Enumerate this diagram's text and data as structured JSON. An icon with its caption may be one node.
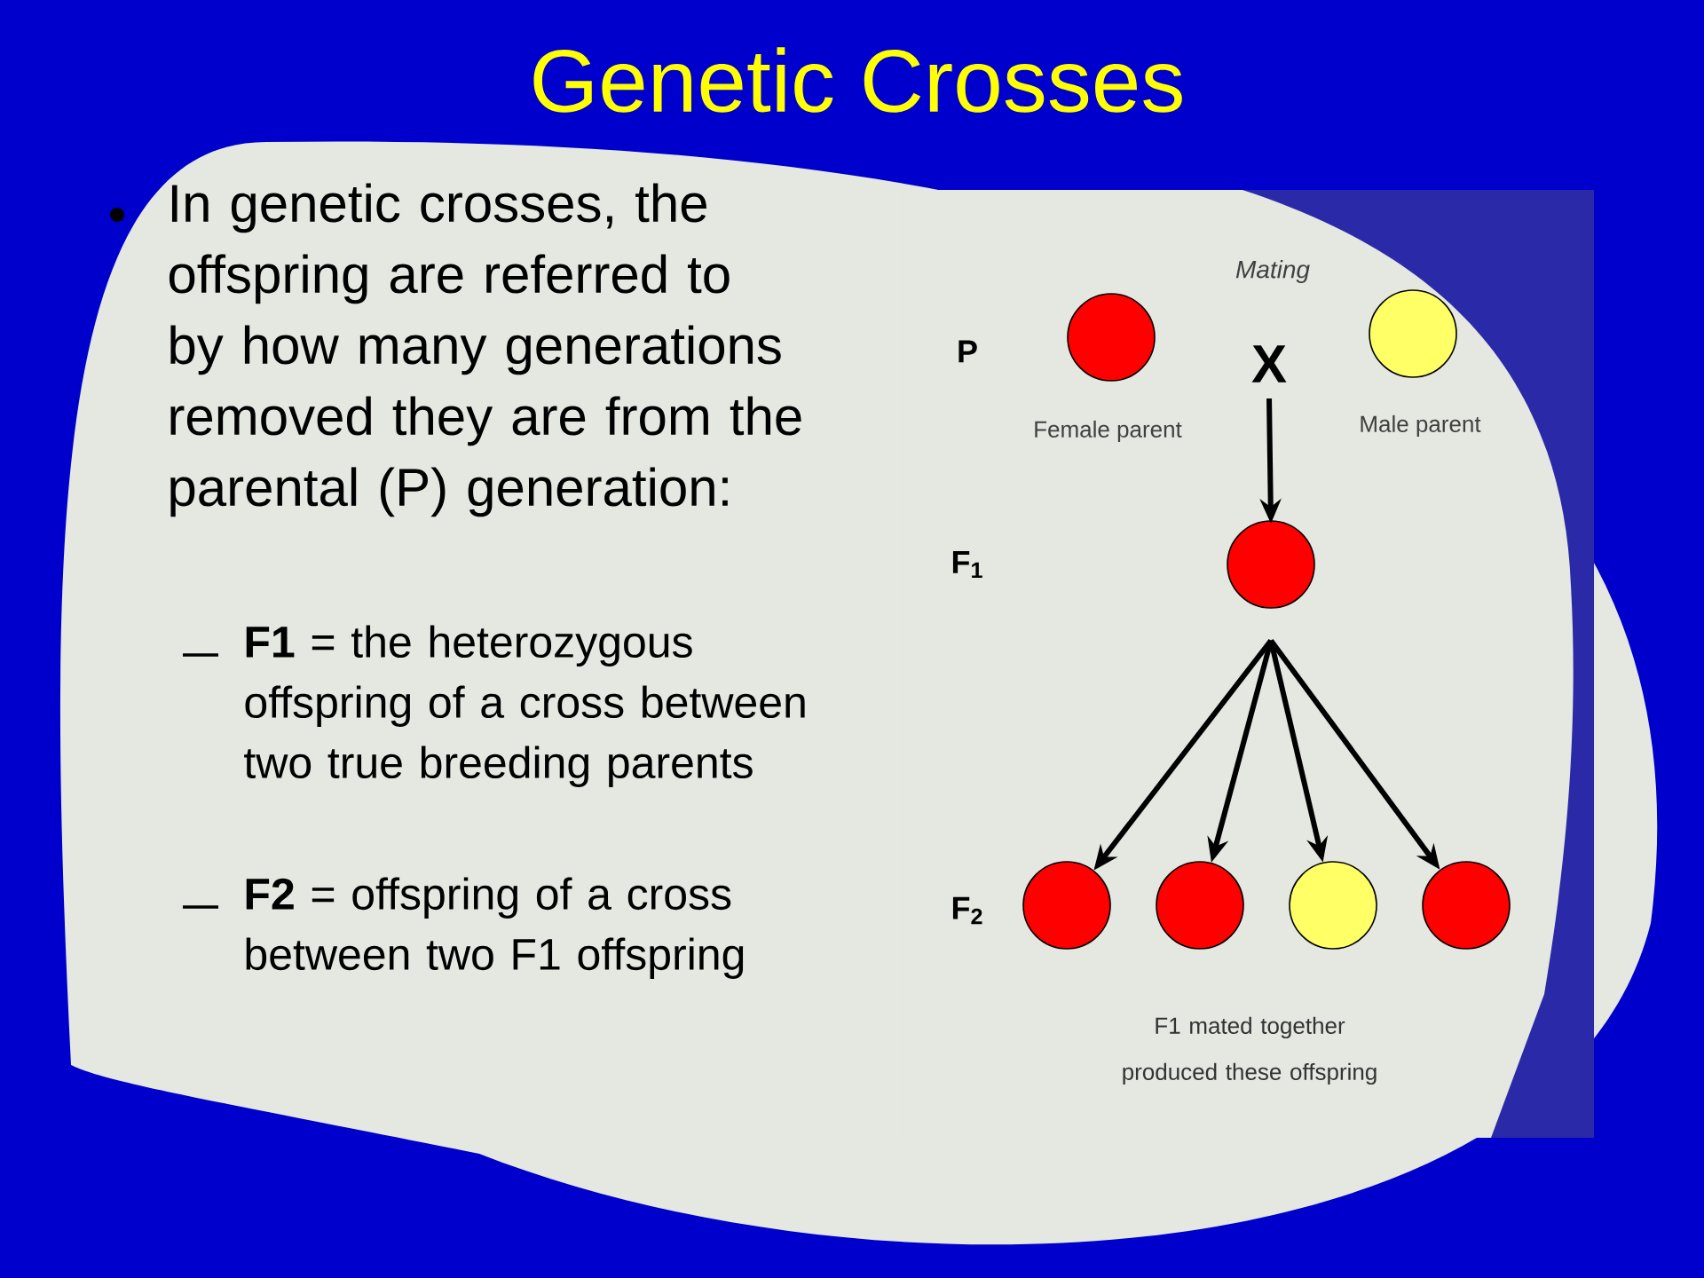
{
  "diagram": {
    "title": "Genetic Crosses",
    "nodes": [
      {
        "text": [],
        "shape": "circle",
        "beside": [
          "Female parent"
        ]
      },
      {
        "text": [],
        "shape": "circle",
        "beside": [
          "Male parent"
        ]
      },
      {
        "text": [
          "X"
        ]
      },
      {
        "text": [],
        "shape": "circle"
      },
      {
        "text": [],
        "shape": "circle"
      },
      {
        "text": [],
        "shape": "circle"
      },
      {
        "text": [],
        "shape": "circle"
      },
      {
        "text": [],
        "shape": "circle"
      }
    ],
    "edges": [
      {
        "from": 2,
        "to": 3,
        "arrow": "to"
      },
      {
        "from": 3,
        "to": 4,
        "arrow": "to"
      },
      {
        "from": 3,
        "to": 5,
        "arrow": "to"
      },
      {
        "from": 3,
        "to": 6,
        "arrow": "to"
      },
      {
        "from": 3,
        "to": 7,
        "arrow": "to"
      }
    ],
    "labels": [
      "In genetic crosses, the offspring are referred to by how many generations removed they are from the parental (P) generation:",
      "**F1** = the heterozygous offspring of a cross between two true breeding parents",
      "**F2** = offspring of a cross between two F1 offspring",
      "Mating",
      "P",
      "F$_{1}$",
      "F$_{2}$",
      "F1 mated together produced these offspring"
    ]
  }
}
